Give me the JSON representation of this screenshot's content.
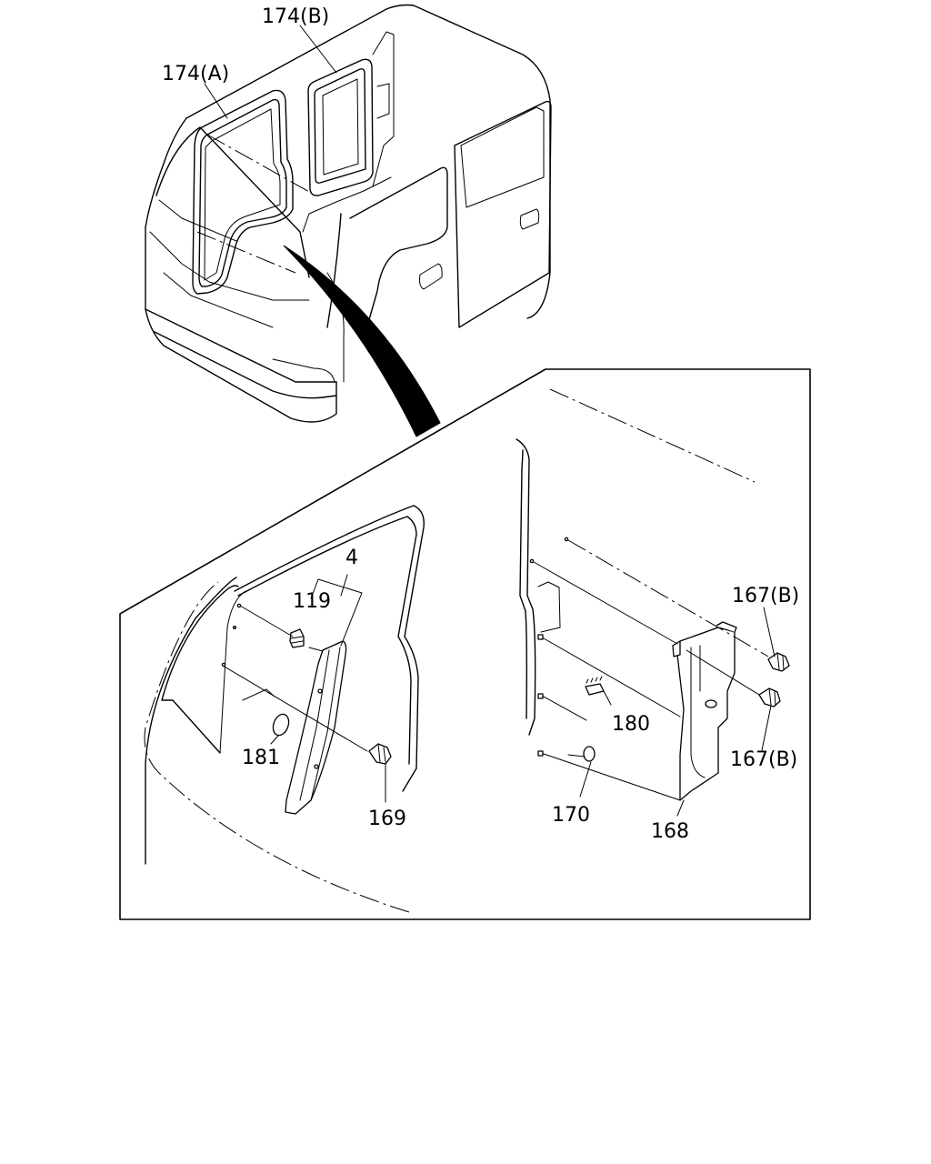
{
  "callouts": {
    "c174a": "174(A)",
    "c174b": "174(B)",
    "c4": "4",
    "c119": "119",
    "c181": "181",
    "c169": "169",
    "c167b_top": "167(B)",
    "c167b_bottom": "167(B)",
    "c180": "180",
    "c170": "170",
    "c168": "168"
  }
}
